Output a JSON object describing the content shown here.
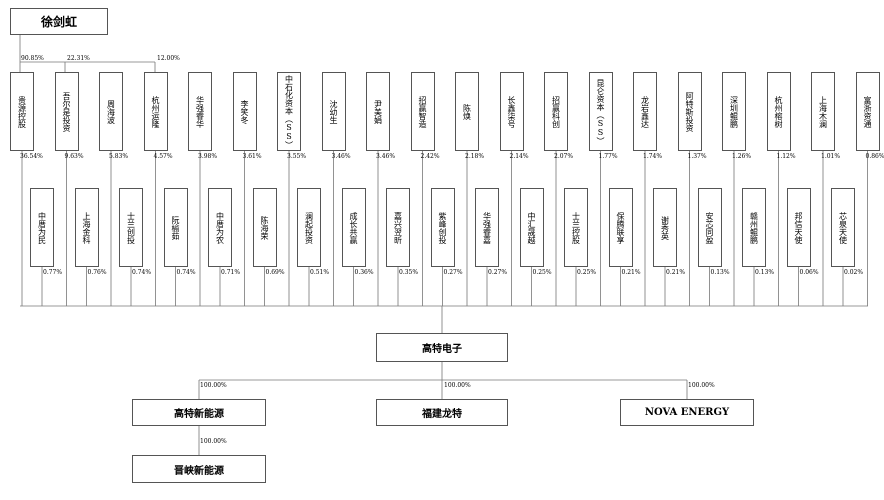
{
  "founder": "徐剑虹",
  "founder_pcts": [
    "90.85%",
    "22.31%",
    "12.00%"
  ],
  "row1": [
    {
      "name": "贵源控股",
      "pct": "36.54%"
    },
    {
      "name": "吾尔是投资",
      "pct": "9.63%"
    },
    {
      "name": "周海波",
      "pct": "5.83%"
    },
    {
      "name": "杭州运隆",
      "pct": "4.57%"
    },
    {
      "name": "华强睿华",
      "pct": "3.98%"
    },
    {
      "name": "李笑冬",
      "pct": "3.61%"
    },
    {
      "name": "中石化资本（SS）",
      "pct": "3.55%"
    },
    {
      "name": "沈幼生",
      "pct": "3.46%"
    },
    {
      "name": "尹美娟",
      "pct": "3.46%"
    },
    {
      "name": "招赢智造",
      "pct": "2.42%"
    },
    {
      "name": "陈焕",
      "pct": "2.18%"
    },
    {
      "name": "长鑫柒号",
      "pct": "2.14%"
    },
    {
      "name": "招赢科创",
      "pct": "2.07%"
    },
    {
      "name": "昆仑资本（SS）",
      "pct": "1.77%"
    },
    {
      "name": "龙岩鑫达",
      "pct": "1.74%"
    },
    {
      "name": "阿特斯投资",
      "pct": "1.37%"
    },
    {
      "name": "深圳鲲鹏",
      "pct": "1.26%"
    },
    {
      "name": "杭州榕树",
      "pct": "1.12%"
    },
    {
      "name": "上海木澜",
      "pct": "1.01%"
    },
    {
      "name": "富浙资通",
      "pct": "0.86%"
    }
  ],
  "row2": [
    {
      "name": "中厝为民",
      "pct": "0.77%"
    },
    {
      "name": "上海金科",
      "pct": "0.76%"
    },
    {
      "name": "士兰创投",
      "pct": "0.74%"
    },
    {
      "name": "阮榆茹",
      "pct": "0.74%"
    },
    {
      "name": "中厝为农",
      "pct": "0.71%"
    },
    {
      "name": "陈海荣",
      "pct": "0.69%"
    },
    {
      "name": "澜起投资",
      "pct": "0.51%"
    },
    {
      "name": "成长共赢",
      "pct": "0.36%"
    },
    {
      "name": "嘉兴翌昕",
      "pct": "0.35%"
    },
    {
      "name": "紫峰创投",
      "pct": "0.27%"
    },
    {
      "name": "华强睿嘉",
      "pct": "0.27%"
    },
    {
      "name": "中汇晟越",
      "pct": "0.25%"
    },
    {
      "name": "士兰控股",
      "pct": "0.25%"
    },
    {
      "name": "保腾联享",
      "pct": "0.21%"
    },
    {
      "name": "谢秀英",
      "pct": "0.21%"
    },
    {
      "name": "安芯同盈",
      "pct": "0.13%"
    },
    {
      "name": "赣州鲲鹏",
      "pct": "0.13%"
    },
    {
      "name": "邦信天使",
      "pct": "0.06%"
    },
    {
      "name": "芯泉天使",
      "pct": "0.02%"
    }
  ],
  "company": "高特电子",
  "subsidiaries": [
    {
      "name": "高特新能源",
      "pct": "100.00%"
    },
    {
      "name": "福建龙特",
      "pct": "100.00%"
    },
    {
      "name": "NOVA ENERGY",
      "pct": "100.00%"
    }
  ],
  "grandchild": {
    "name": "晋峡新能源",
    "pct": "100.00%"
  }
}
